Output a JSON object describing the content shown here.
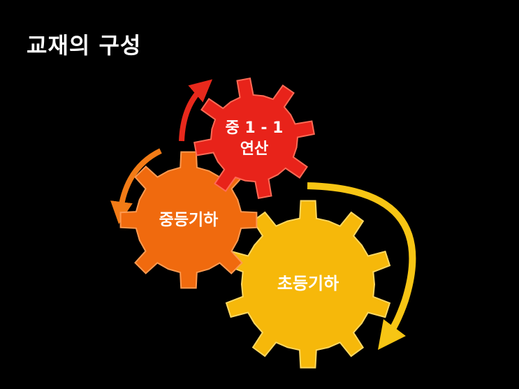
{
  "title": "교재의 구성",
  "gears": [
    {
      "id": "red",
      "line1": "중 1 - 1",
      "line2": "연산",
      "color": "#e8231a"
    },
    {
      "id": "orange",
      "line1": "중등기하",
      "color": "#f06a0e"
    },
    {
      "id": "yellow",
      "line1": "초등기하",
      "color": "#f6b80a"
    }
  ],
  "colors": {
    "background": "#000000",
    "arrow_red": "#e8291c",
    "arrow_orange": "#f27b16",
    "arrow_yellow": "#f7c514"
  }
}
